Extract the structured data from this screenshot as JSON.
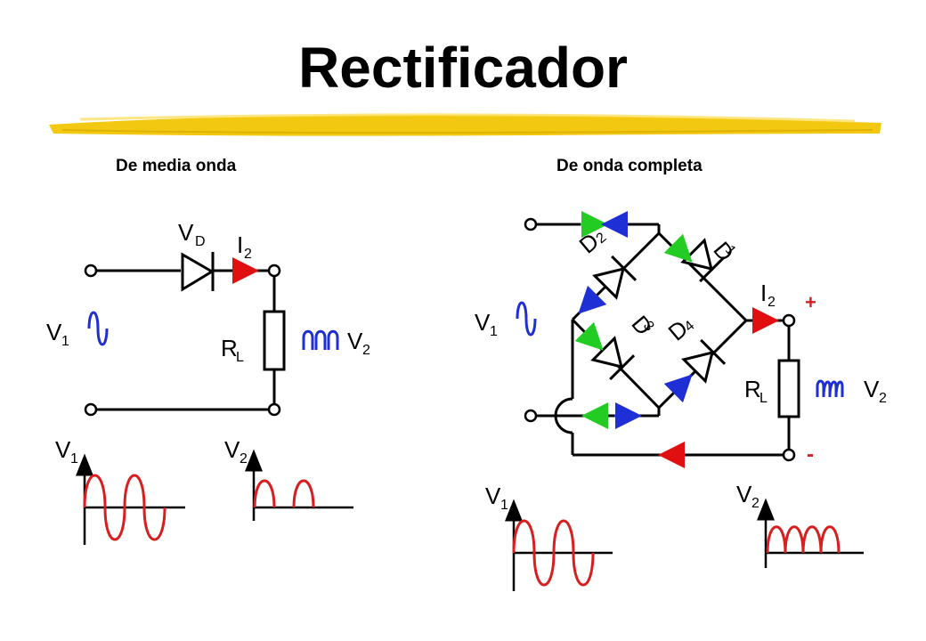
{
  "title": "Rectificador",
  "half_wave": {
    "subtitle": "De media onda",
    "labels": {
      "vd": "V",
      "vd_sub": "D",
      "i2": "I",
      "i2_sub": "2",
      "v1": "V",
      "v1_sub": "1",
      "rl": "R",
      "rl_sub": "L",
      "v2": "V",
      "v2_sub": "2"
    },
    "graph_labels": {
      "v1": "V",
      "v1_sub": "1",
      "v2": "V",
      "v2_sub": "2"
    }
  },
  "full_wave": {
    "subtitle": "De onda completa",
    "labels": {
      "d1": "D",
      "d1_sub": "1",
      "d2": "D",
      "d2_sub": "2",
      "d3": "D",
      "d3_sub": "3",
      "d4": "D",
      "d4_sub": "4",
      "i2": "I",
      "i2_sub": "2",
      "v1": "V",
      "v1_sub": "1",
      "rl": "R",
      "rl_sub": "L",
      "v2": "V",
      "v2_sub": "2",
      "plus": "+",
      "minus": "-"
    },
    "graph_labels": {
      "v1": "V",
      "v1_sub": "1",
      "v2": "V",
      "v2_sub": "2"
    }
  },
  "colors": {
    "wave_red": "#d81e1e",
    "arrow_green": "#22cc22",
    "arrow_blue": "#1f2fd6",
    "arrow_red": "#e01010",
    "highlight_yellow": "#f2c811"
  }
}
